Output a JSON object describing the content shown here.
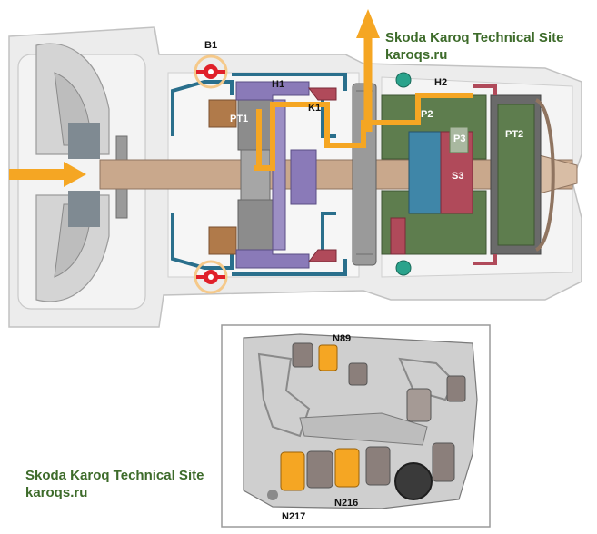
{
  "watermark_top": {
    "line1": "Skoda Karoq Technical Site",
    "line2": "karoqs.ru"
  },
  "watermark_bottom": {
    "line1": "Skoda Karoq Technical Site",
    "line2": "karoqs.ru"
  },
  "labels": {
    "b1": "B1",
    "h1": "H1",
    "k1": "K1",
    "h2": "H2",
    "pt1": "PT1",
    "p2": "P2",
    "p3": "P3",
    "pt2": "PT2",
    "s3": "S3",
    "n89": "N89",
    "n216": "N216",
    "n217": "N217"
  },
  "colors": {
    "housing": "#e9e9e9",
    "housing_edge": "#b8b8b8",
    "shaft": "#c9a88c",
    "clutch_blue": "#2a6f8c",
    "gear_gray": "#8c8c8c",
    "purple": "#8a7ab8",
    "green": "#5e7d4e",
    "teal": "#3f86a8",
    "red_gear": "#b04a5a",
    "orange_flow": "#f5a623",
    "brake_red": "#e0202a",
    "valve_orange": "#f5a623"
  }
}
